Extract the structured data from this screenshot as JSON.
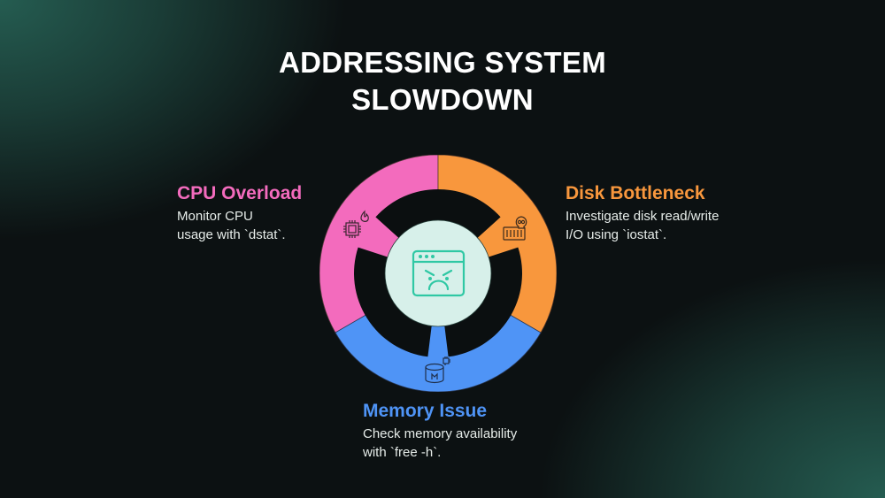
{
  "title": {
    "line1": "ADDRESSING SYSTEM",
    "line2": "SLOWDOWN"
  },
  "colors": {
    "cpu": "#f36bbd",
    "disk": "#f8973d",
    "memory": "#4f94f6",
    "center": "#d7f0ea",
    "center_icon": "#2fc8a4",
    "ring_dark": "#0b0f10",
    "icon_stroke": "#3a2a2a"
  },
  "center": {
    "icon": "angry-browser-window-icon"
  },
  "segments": [
    {
      "id": "cpu",
      "heading": "CPU Overload",
      "line1": "Monitor CPU",
      "line2": "usage with `dstat`.",
      "icon": "cpu-chip-fire-icon"
    },
    {
      "id": "disk",
      "heading": "Disk Bottleneck",
      "line1": "Investigate disk read/write",
      "line2": "I/O using `iostat`.",
      "icon": "disk-skull-icon"
    },
    {
      "id": "memory",
      "heading": "Memory Issue",
      "line1": "Check memory availability",
      "line2": "with `free -h`.",
      "icon": "memory-database-chip-icon"
    }
  ]
}
